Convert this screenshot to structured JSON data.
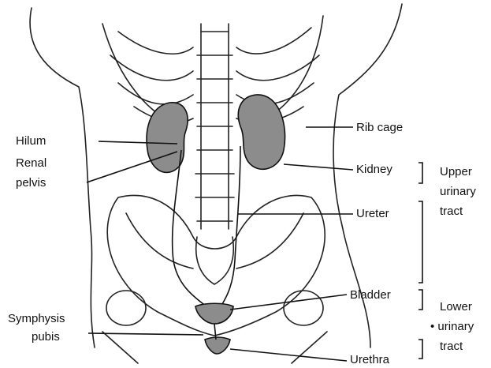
{
  "labels": {
    "hilum": "Hilum",
    "renal": "Renal",
    "pelvis": "pelvis",
    "rib_cage": "Rib cage",
    "kidney": "Kidney",
    "upper_1": "Upper",
    "upper_2": "urinary",
    "upper_3": "tract",
    "ureter": "Ureter",
    "bladder": "Bladder",
    "lower_1": "Lower",
    "lower_2": "• urinary",
    "lower_3": "tract",
    "symphysis": "Symphysis",
    "pubis": "pubis",
    "urethra": "Urethra"
  },
  "colors": {
    "organ_fill": "#8c8c8c",
    "line": "#111111",
    "bleed_text": "#d4d4d4"
  }
}
